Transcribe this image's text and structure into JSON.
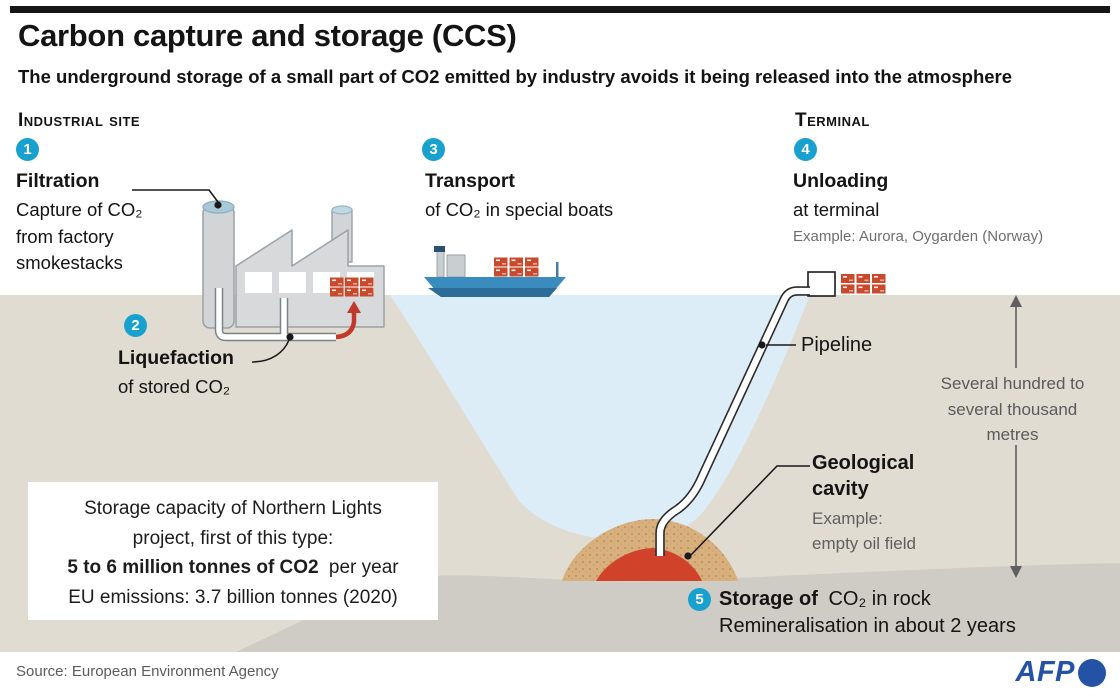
{
  "header": {
    "title": "Carbon capture and storage (CCS)",
    "subtitle": "The underground storage of a small part of CO2 emitted by industry avoids it being released into the atmosphere"
  },
  "sections": {
    "industrial_site": "Industrial site",
    "terminal": "Terminal"
  },
  "steps": [
    {
      "num": "1",
      "title": "Filtration",
      "lines": [
        "Capture of CO₂",
        "from factory",
        "smokestacks"
      ]
    },
    {
      "num": "2",
      "title": "Liquefaction",
      "lines": [
        "of stored CO₂"
      ]
    },
    {
      "num": "3",
      "title": "Transport",
      "lines": [
        "of CO₂ in special boats"
      ]
    },
    {
      "num": "4",
      "title": "Unloading",
      "lines": [
        "at terminal"
      ],
      "example": "Example: Aurora, Oygarden (Norway)"
    },
    {
      "num": "5",
      "title_bold": "Storage of",
      "title_rest": "CO₂ in rock",
      "line2": "Remineralisation in about 2 years"
    }
  ],
  "labels": {
    "pipeline": "Pipeline",
    "depth_l1": "Several hundred to",
    "depth_l2": "several thousand",
    "depth_l3": "metres",
    "cavity_l1": "Geological",
    "cavity_l2": "cavity",
    "cavity_ex1": "Example:",
    "cavity_ex2": "empty oil field"
  },
  "infobox": {
    "line1": "Storage capacity of Northern Lights",
    "line2": "project, first of this type:",
    "line3_bold": "5 to 6 million tonnes of CO2",
    "line3_rest": "per year",
    "line4": "EU emissions: 3.7 billion tonnes (2020)"
  },
  "footer": {
    "source": "Source: European Environment Agency",
    "logo": "AFP"
  },
  "colors": {
    "accent_cyan": "#18a0ce",
    "land_beige": "#e0dcd1",
    "sea_blue": "#dcedf8",
    "rock_gray": "#cfccc5",
    "sand_tan": "#d8b07e",
    "co2_red": "#d0432a",
    "crate_red": "#c8492c",
    "ship_blue": "#3a8cbe",
    "afp_blue": "#2453a6"
  }
}
